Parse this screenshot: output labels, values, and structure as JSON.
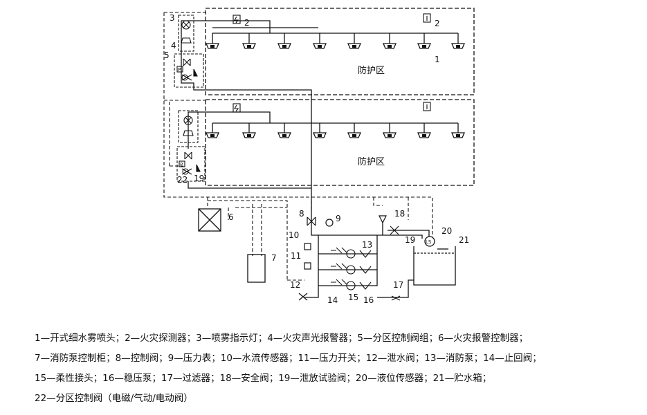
{
  "zones": [
    {
      "label": "防护区"
    },
    {
      "label": "防护区"
    }
  ],
  "callouts": [
    "1",
    "2",
    "2",
    "3",
    "4",
    "5",
    "6",
    "7",
    "8",
    "9",
    "10",
    "11",
    "12",
    "13",
    "14",
    "15",
    "16",
    "17",
    "18",
    "19",
    "19",
    "20",
    "21",
    "22"
  ],
  "legend_lines": [
    "1—开式细水雾喷头；2—火灾探测器；3—喷雾指示灯；4—火灾声光报警器；5—分区控制阀组；6—火灾报警控制器；",
    "7—消防泵控制柜；8—控制阀；9—压力表；10—水流传感器；11—压力开关；12—泄水阀；13—消防泵；14—止回阀；",
    "15—柔性接头；16—稳压泵；17—过滤器；18—安全阀；19—泄放试验阀；20—液位传感器；21—贮水箱；",
    "22—分区控制阀（电磁/气动/电动阀）"
  ],
  "symbols": {
    "pressure_switch": "P",
    "level_sensor": "LS"
  }
}
